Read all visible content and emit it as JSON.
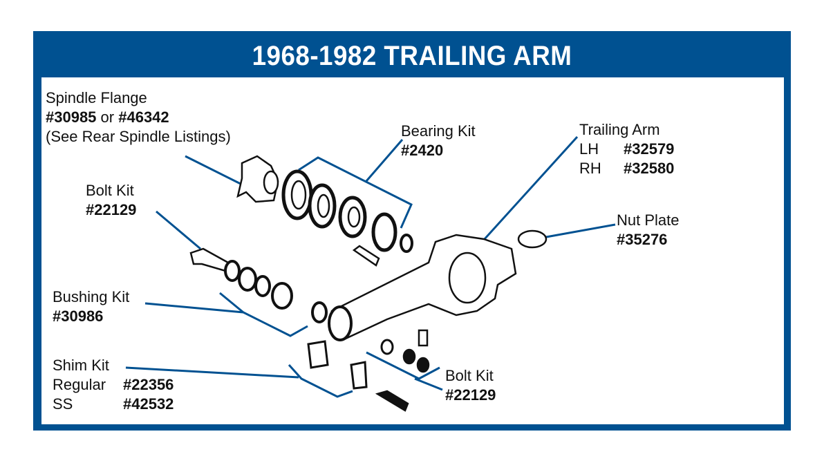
{
  "title": "1968-1982 TRAILING ARM",
  "colors": {
    "frame": "#005191",
    "leader": "#005191",
    "text": "#111111"
  },
  "labels": {
    "spindle_flange": {
      "name": "Spindle Flange",
      "part_a": "#30985",
      "or": "or",
      "part_b": "#46342",
      "note": "(See Rear Spindle Listings)"
    },
    "bearing_kit": {
      "name": "Bearing Kit",
      "part": "#2420"
    },
    "trailing_arm": {
      "name": "Trailing Arm",
      "lh": "LH",
      "lh_part": "#32579",
      "rh": "RH",
      "rh_part": "#32580"
    },
    "bolt_kit_top": {
      "name": "Bolt Kit",
      "part": "#22129"
    },
    "nut_plate": {
      "name": "Nut Plate",
      "part": "#35276"
    },
    "bushing_kit": {
      "name": "Bushing Kit",
      "part": "#30986"
    },
    "shim_kit": {
      "name": "Shim Kit",
      "regular": "Regular",
      "regular_part": "#22356",
      "ss": "SS",
      "ss_part": "#42532"
    },
    "bolt_kit_bottom": {
      "name": "Bolt Kit",
      "part": "#22129"
    }
  }
}
